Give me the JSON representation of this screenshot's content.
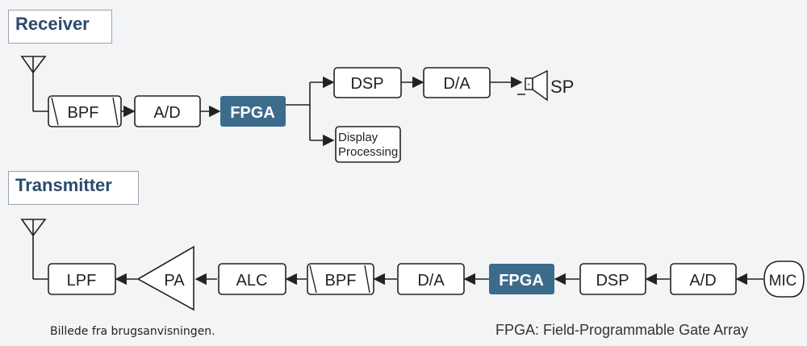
{
  "receiver": {
    "title": "Receiver",
    "blocks": {
      "bpf": "BPF",
      "ad": "A/D",
      "fpga": "FPGA",
      "dsp": "DSP",
      "da": "D/A",
      "speaker": "SP",
      "display_line1": "Display",
      "display_line2": "Processing"
    }
  },
  "transmitter": {
    "title": "Transmitter",
    "blocks": {
      "lpf": "LPF",
      "pa": "PA",
      "alc": "ALC",
      "bpf": "BPF",
      "da": "D/A",
      "fpga": "FPGA",
      "dsp": "DSP",
      "ad": "A/D",
      "mic": "MIC"
    }
  },
  "footer": {
    "credit": "Billede fra brugsanvisningen.",
    "legend": "FPGA: Field-Programmable Gate Array"
  },
  "colors": {
    "fpga_fill": "#3d6b8c",
    "title_text": "#2b4a6e",
    "line": "#222222"
  }
}
